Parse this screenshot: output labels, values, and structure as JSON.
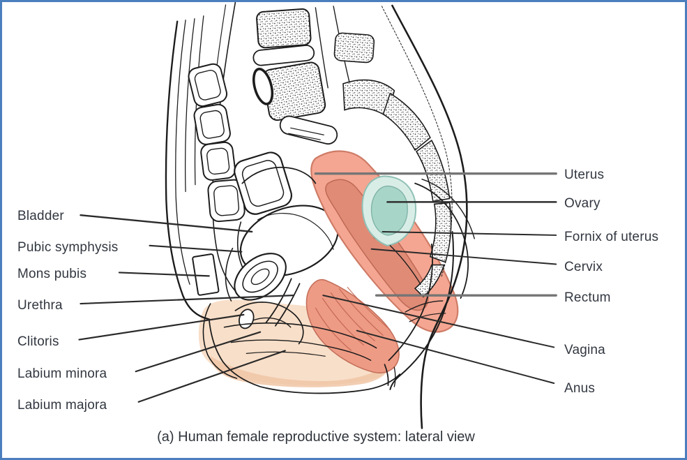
{
  "figure": {
    "caption": "(a) Human female reproductive system: lateral view"
  },
  "labels": {
    "left": [
      {
        "text": "Bladder"
      },
      {
        "text": "Pubic symphysis"
      },
      {
        "text": "Mons pubis"
      },
      {
        "text": "Urethra"
      },
      {
        "text": "Clitoris"
      },
      {
        "text": "Labium minora"
      },
      {
        "text": "Labium majora"
      }
    ],
    "right": [
      {
        "text": "Uterus"
      },
      {
        "text": "Ovary"
      },
      {
        "text": "Fornix of uterus"
      },
      {
        "text": "Cervix"
      },
      {
        "text": "Rectum"
      },
      {
        "text": "Vagina"
      },
      {
        "text": "Anus"
      }
    ]
  },
  "colors": {
    "frame_border": "#4a7ebd",
    "ink": "#1c1c1c",
    "leader_black": "#2a2a2a",
    "leader_gray": "#757575",
    "uterus_fill": "#f4a692",
    "uterus_outline": "#ce7b66",
    "uterus_cavity": "#e08b76",
    "ovary_outer": "#d9ede7",
    "ovary_inner": "#a7d6c8",
    "vagina_fill": "#ee9b85",
    "vagina_striation": "#bf6450",
    "vulva_fill": "#f8dfc9",
    "vulva_shade": "#f0c6a6",
    "label_text": "#323740"
  }
}
